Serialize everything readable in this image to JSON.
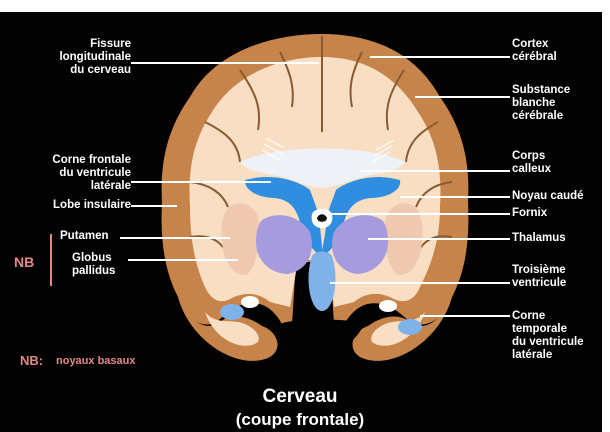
{
  "diagram": {
    "title": "Cerveau",
    "subtitle": "(coupe frontale)",
    "labels_left": {
      "fissure": "Fissure\nlongitudinale\ndu cerveau",
      "corne_frontale": "Corne frontale\ndu ventricule\nlatérale",
      "lobe_insulaire": "Lobe insulaire",
      "putamen": "Putamen",
      "globus": "Globus\npallidus",
      "nb": "NB"
    },
    "labels_right": {
      "cortex": "Cortex\ncérébral",
      "substance": "Substance\nblanche\ncérébrale",
      "corps": "Corps\ncalleux",
      "noyau": "Noyau caudé",
      "fornix": "Fornix",
      "thalamus": "Thalamus",
      "troisieme": "Troisième\nventricule",
      "corne_temporale": "Corne\ntemporale\ndu ventricule\nlatérale"
    },
    "legend": {
      "key": "NB:",
      "text": "noyaux basaux"
    },
    "colors": {
      "background": "#020202",
      "cortex": "#c7844a",
      "white_matter": "#f8dfc4",
      "corpus_callosum": "#eef1f5",
      "ventricle": "#2f8ee0",
      "thalamus": "#a79be0",
      "basal_ganglia": "#f0c8b0",
      "accent_pink": "#e08a86"
    }
  }
}
